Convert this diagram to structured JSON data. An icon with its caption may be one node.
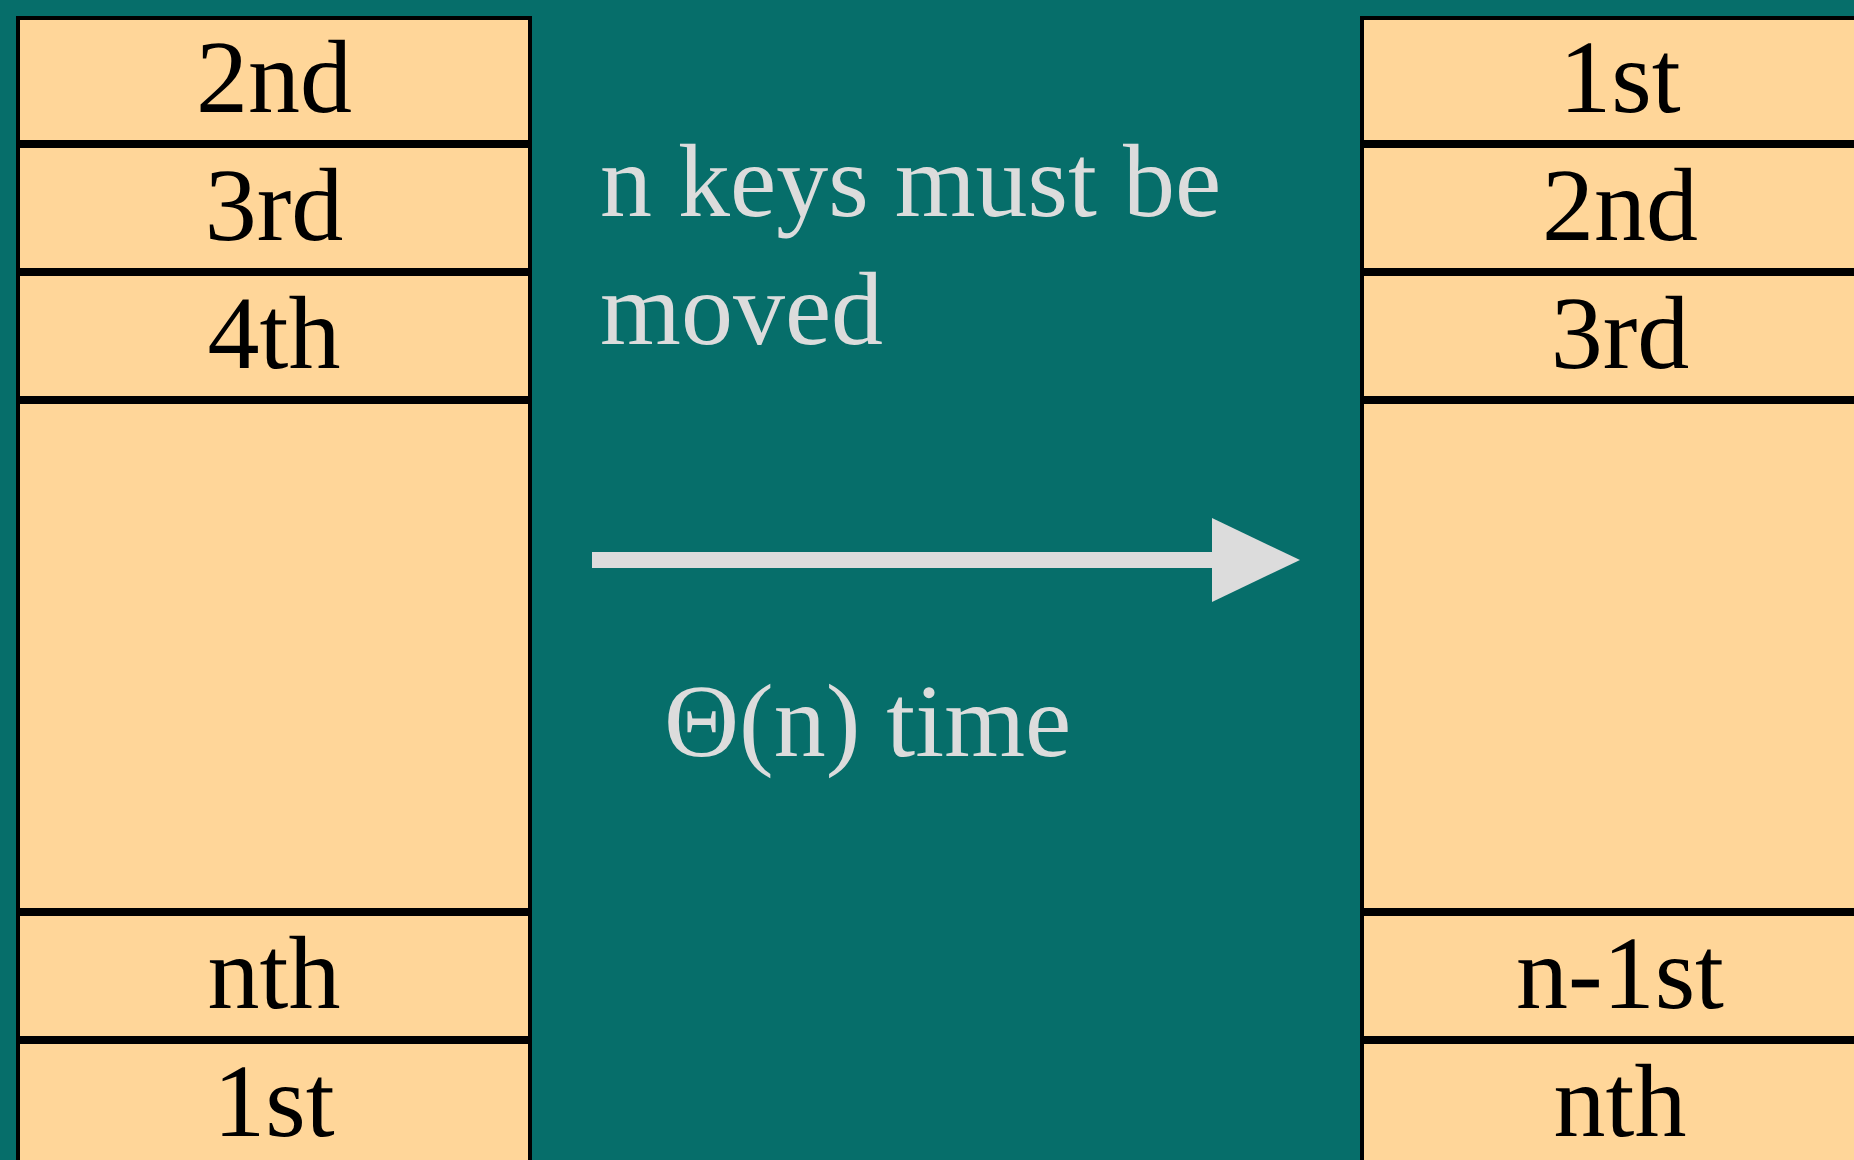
{
  "diagram": {
    "nodes": [
      {
        "text": [
          "2nd"
        ]
      },
      {
        "text": [
          "3rd"
        ]
      },
      {
        "text": [
          "4th"
        ]
      },
      {
        "text": [],
        "shape": "box"
      },
      {
        "text": [
          "nth"
        ]
      },
      {
        "text": [
          "1st"
        ]
      },
      {
        "text": [
          "1st"
        ]
      },
      {
        "text": [
          "2nd"
        ]
      },
      {
        "text": [
          "3rd"
        ]
      },
      {
        "text": [],
        "shape": "box"
      },
      {
        "text": [
          "n-1st"
        ]
      },
      {
        "text": [
          "nth"
        ]
      }
    ],
    "labels": [
      "n keys must be moved",
      "Θ(n) time"
    ]
  }
}
